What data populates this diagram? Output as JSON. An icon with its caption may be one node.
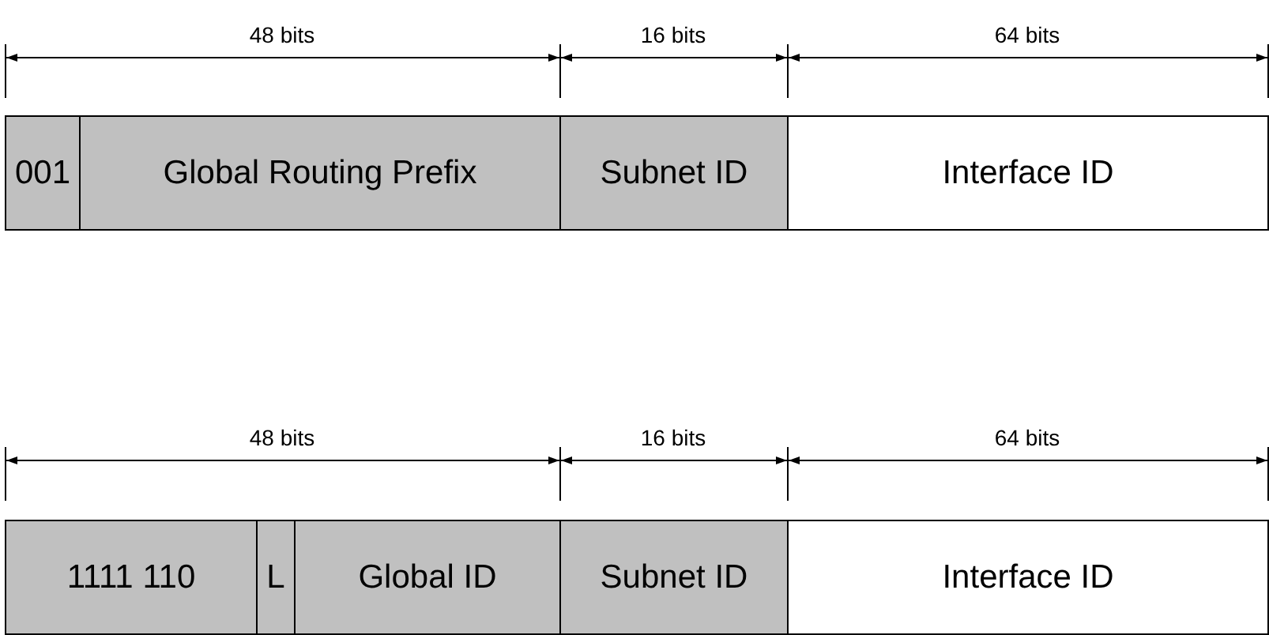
{
  "diagram": {
    "nodes": [
      {
        "text": [
          "001"
        ]
      },
      {
        "text": [
          "Global Routing Prefix"
        ]
      },
      {
        "text": [
          "Subnet ID"
        ]
      },
      {
        "text": [
          "Interface ID"
        ]
      },
      {
        "text": [
          "1111 110"
        ]
      },
      {
        "text": [
          "L"
        ]
      },
      {
        "text": [
          "Global ID"
        ]
      },
      {
        "text": [
          "Subnet ID"
        ]
      },
      {
        "text": [
          "Interface ID"
        ]
      }
    ],
    "labels": [
      "48 bits",
      "16 bits",
      "64 bits",
      "48 bits",
      "16 bits",
      "64 bits"
    ]
  }
}
